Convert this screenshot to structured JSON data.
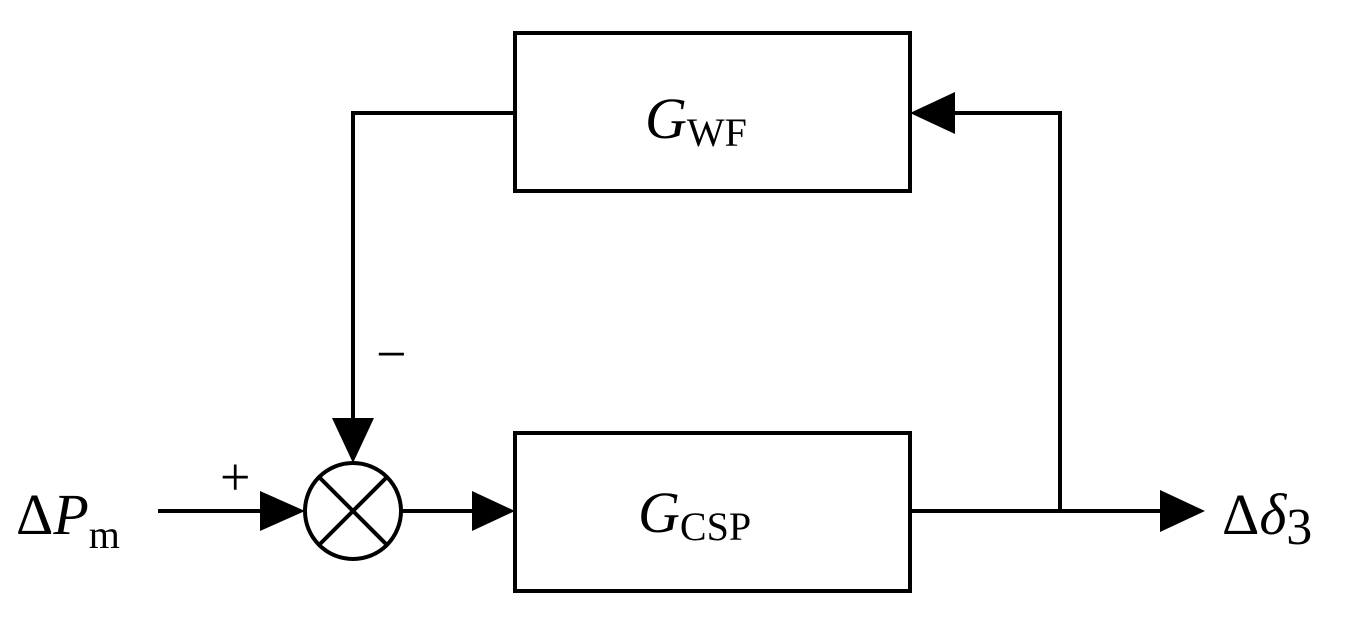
{
  "blocks": {
    "feedback": {
      "symbol": "G",
      "subscript": "WF"
    },
    "forward": {
      "symbol": "G",
      "subscript": "CSP"
    }
  },
  "input": {
    "delta": "Δ",
    "symbol": "P",
    "subscript": "m"
  },
  "output": {
    "delta": "Δ",
    "symbol": "δ",
    "subscript": "3"
  },
  "summing_junction": {
    "plus_sign": "+",
    "minus_sign": "−"
  }
}
